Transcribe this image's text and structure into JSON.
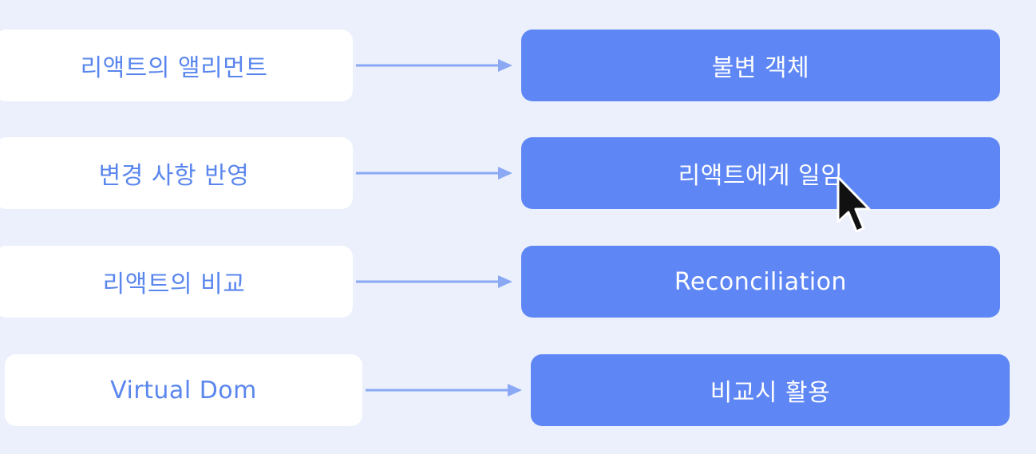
{
  "rows": [
    {
      "left": "리액트의 앨리먼트",
      "right": "불변 객체"
    },
    {
      "left": "변경 사항 반영",
      "right": "리액트에게 일임"
    },
    {
      "left": "리액트의 비교",
      "right": "Reconciliation"
    },
    {
      "left": "Virtual Dom",
      "right": "비교시 활용"
    }
  ],
  "colors": {
    "background": "#ebf0fc",
    "left_box": "#ffffff",
    "left_text": "#5a86ee",
    "right_box": "#5e87f5",
    "right_text": "#ffffff",
    "arrow": "#8aa8f4"
  },
  "icons": {
    "pointer": "mouse-pointer-icon",
    "arrow": "arrow-right-icon"
  }
}
